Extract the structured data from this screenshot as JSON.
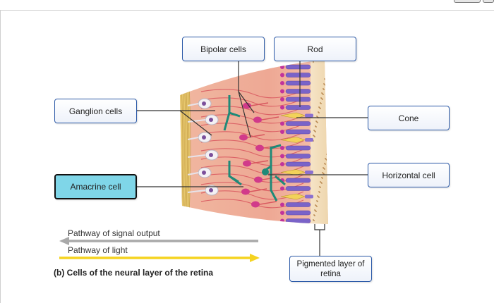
{
  "labels": {
    "bipolar": "Bipolar cells",
    "rod": "Rod",
    "ganglion": "Ganglion cells",
    "cone": "Cone",
    "horizontal": "Horizontal cell",
    "amacrine": "Amacrine cell",
    "pigmented": "Pigmented layer of retina"
  },
  "legend": {
    "signal": "Pathway of signal output",
    "light": "Pathway of light"
  },
  "caption": "(b) Cells of the neural layer of the retina",
  "colors": {
    "box_border": "#2c5aa8",
    "selected_fill": "#7fd6e8",
    "signal_arrow": "#a9a9a9",
    "light_arrow": "#f5d320"
  }
}
